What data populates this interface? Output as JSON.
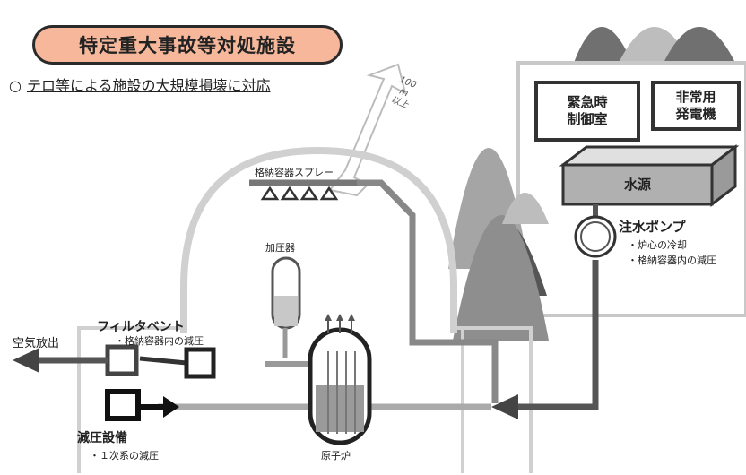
{
  "title": "特定重大事故等対処施設",
  "subtitle": {
    "mark": "○",
    "text": "テロ等による施設の大規模損壊に対応"
  },
  "distance": {
    "line1": "100",
    "line2": "m",
    "line3": "以上"
  },
  "building": {
    "control_room": [
      "緊急時",
      "制御室"
    ],
    "generator": [
      "非常用",
      "発電機"
    ],
    "water_source": "水源"
  },
  "pump": {
    "name": "注水ポンプ",
    "items": [
      "・炉心の冷却",
      "・格納容器内の減圧"
    ]
  },
  "spray_label": "格納容器スプレー",
  "pressurizer_label": "加圧器",
  "reactor_label": "原子炉",
  "filter_vent": {
    "name": "フィルタベント",
    "items": [
      "・格納容器内の減圧"
    ]
  },
  "air_release_label": "空気放出",
  "depressurization": {
    "name": "減圧設備",
    "items": [
      "・１次系の減圧"
    ]
  }
}
